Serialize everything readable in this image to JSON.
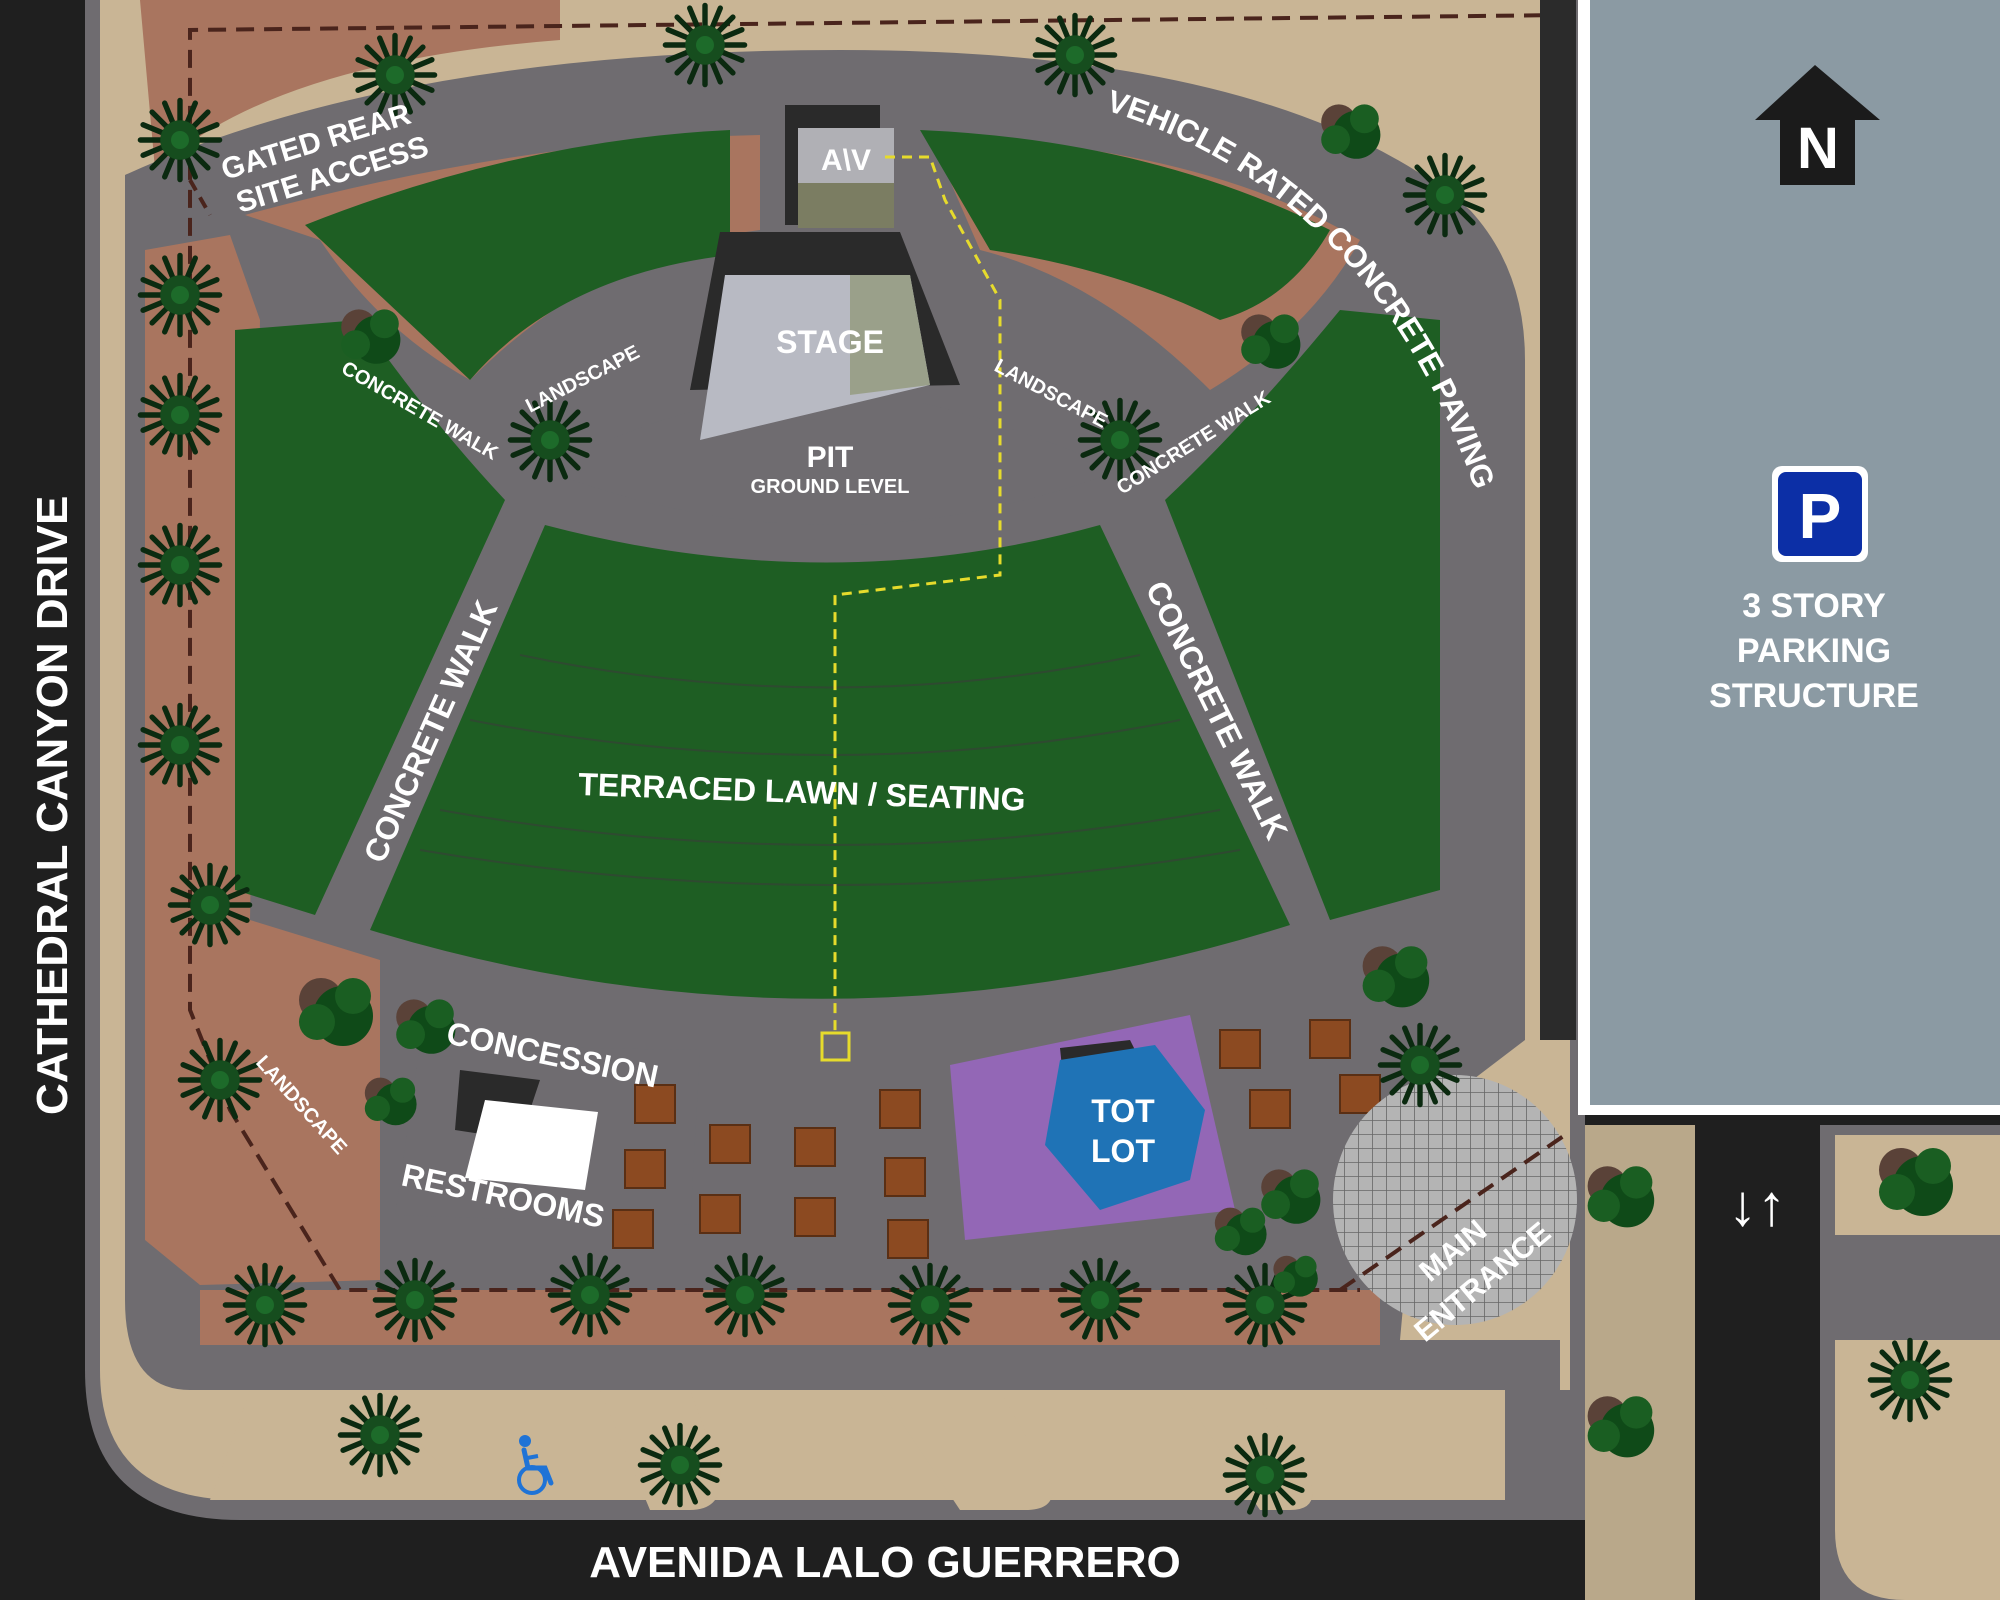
{
  "labels": {
    "gated_rear_line1": "GATED  REAR",
    "gated_rear_line2": "SITE ACCESS",
    "vehicle_paving": "VEHICLE RATED CONCRETE PAVING",
    "av_booth": "A\\V",
    "stage": "STAGE",
    "landscape_nw": "LANDSCAPE",
    "landscape_ne": "LANDSCAPE",
    "landscape_sw": "LANDSCAPE",
    "concrete_walk_nw": "CONCRETE WALK",
    "concrete_walk_ne": "CONCRETE WALK",
    "concrete_walk_w": "CONCRETE WALK",
    "concrete_walk_e": "CONCRETE WALK",
    "pit": "PIT",
    "pit_sub": "GROUND LEVEL",
    "terraced_lawn": "TERRACED LAWN / SEATING",
    "concession": "CONCESSION",
    "restrooms": "RESTROOMS",
    "tot_lot_line1": "TOT",
    "tot_lot_line2": "LOT",
    "main_entrance_line1": "MAIN",
    "main_entrance_line2": "ENTRANCE",
    "parking_symbol": "P",
    "parking_line1": "3  STORY",
    "parking_line2": "PARKING",
    "parking_line3": "STRUCTURE",
    "north_symbol": "N",
    "two_way_arrows": "↓↑",
    "street_west": "CATHEDRAL CANYON DRIVE",
    "street_south": "AVENIDA LALO GUERRERO"
  },
  "icons": {
    "north_arrow": "north-arrow-icon",
    "parking": "parking-icon",
    "accessible": "accessible-parking-icon",
    "two_way": "two-way-arrows-icon"
  },
  "colors": {
    "asphalt": "#1f1f1f",
    "concrete": "#6f6c70",
    "lawn": "#1e5e23",
    "landscape": "#a9755f",
    "sand": "#c9b595",
    "parking_structure": "#8b9aa3",
    "tot_lot": "#9367b6",
    "tot_lot_inner": "#1f73b6",
    "picnic_table": "#8c4a21",
    "av_cable": "#e6db2c",
    "boundary": "#4a241c",
    "white": "#ffffff"
  }
}
